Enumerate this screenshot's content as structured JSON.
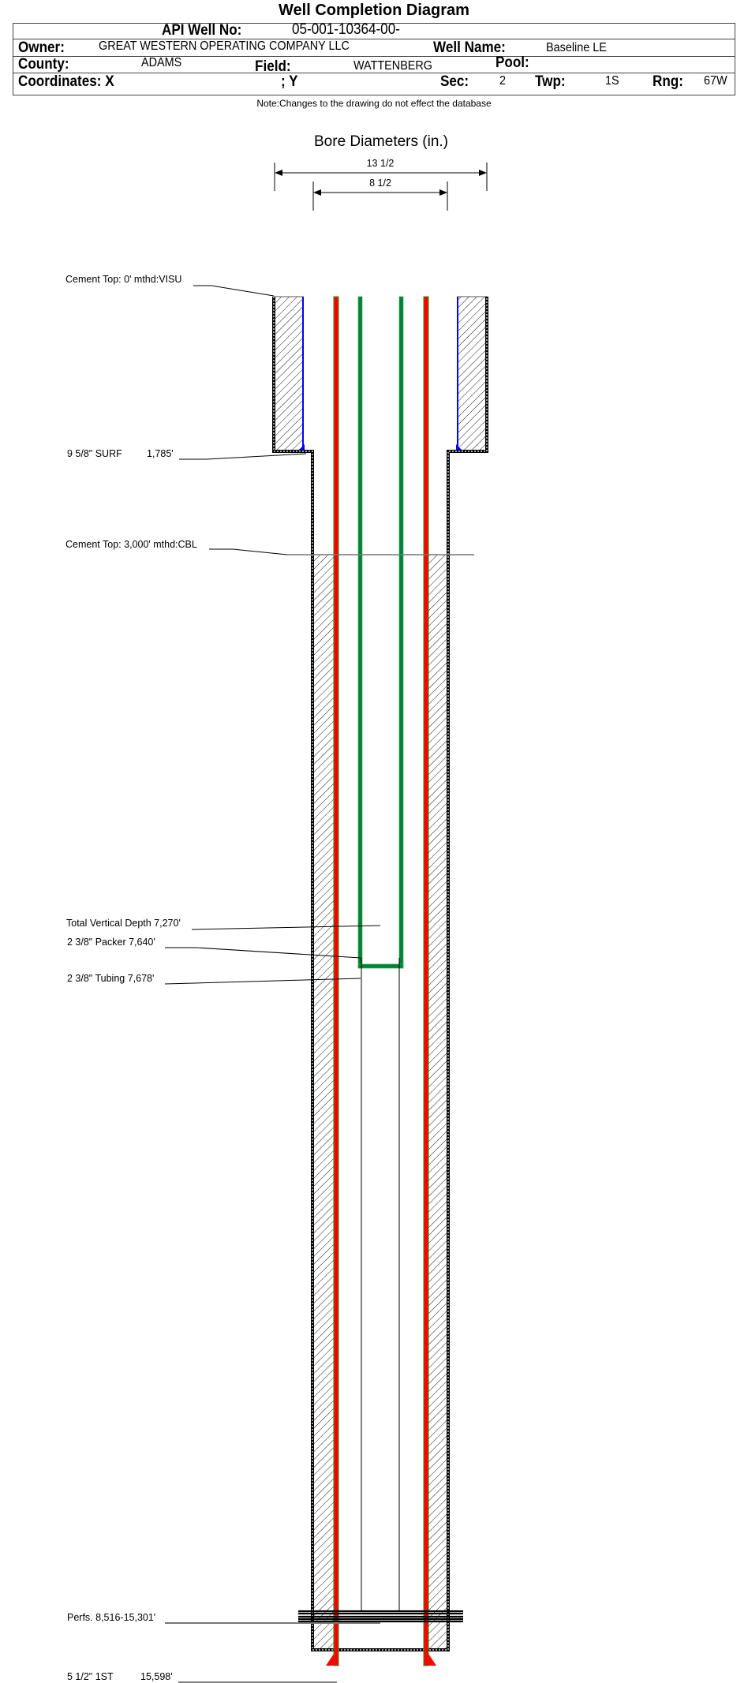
{
  "title": "Well Completion Diagram",
  "header": {
    "api_label": "API Well No:",
    "api_value": "05-001-10364-00-",
    "owner_label": "Owner:",
    "owner_value": "GREAT WESTERN OPERATING COMPANY LLC",
    "well_name_label": "Well Name:",
    "well_name_value": "Baseline LE",
    "county_label": "County:",
    "county_value": "ADAMS",
    "field_label": "Field:",
    "field_value": "WATTENBERG",
    "pool_label": "Pool:",
    "pool_value": "",
    "coords_label": "Coordinates: X",
    "y_label": "; Y",
    "sec_label": "Sec:",
    "sec_value": "2",
    "twp_label": "Twp:",
    "twp_value": "1S",
    "rng_label": "Rng:",
    "rng_value": "67W"
  },
  "note": "Note:Changes to the drawing do not effect the database",
  "bore": {
    "title": "Bore Diameters (in.)",
    "outer": "13 1/2",
    "inner": "8 1/2"
  },
  "labels": {
    "cement_top_surface": "Cement Top: 0' mthd:VISU",
    "surf_casing": "9 5/8\" SURF",
    "surf_depth": "1,785'",
    "cement_top_prod": "Cement Top: 3,000' mthd:CBL",
    "tvd": "Total Vertical Depth 7,270'",
    "packer": "2 3/8\" Packer 7,640'",
    "tubing": "2 3/8\" Tubing 7,678'",
    "perfs": "Perfs. 8,516-15,301'",
    "prod_casing": "5 1/2\" 1ST",
    "prod_depth": "15,598'"
  },
  "colors": {
    "casing": "#ff0000",
    "tubing": "#008040",
    "casing_edge": "#1a9a1a",
    "cement_edge": "#0000ff"
  }
}
